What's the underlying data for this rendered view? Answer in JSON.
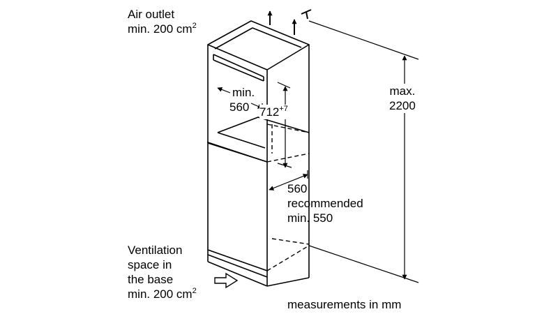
{
  "air_outlet": {
    "title": "Air outlet",
    "value": "min. 200 cm",
    "sup": "2"
  },
  "ventilation": {
    "line1": "Ventilation",
    "line2": "space in",
    "line3": "the base",
    "value": "min. 200 cm",
    "sup": "2"
  },
  "width_min": {
    "line1": "min.",
    "line2": "560"
  },
  "height_niche": {
    "value": "712",
    "sup": "+7"
  },
  "max_height": {
    "line1": "max.",
    "line2": "2200"
  },
  "depth": {
    "line1": "560",
    "line2": "recommended",
    "line3": "min. 550"
  },
  "footer": {
    "units": "measurements in mm"
  }
}
